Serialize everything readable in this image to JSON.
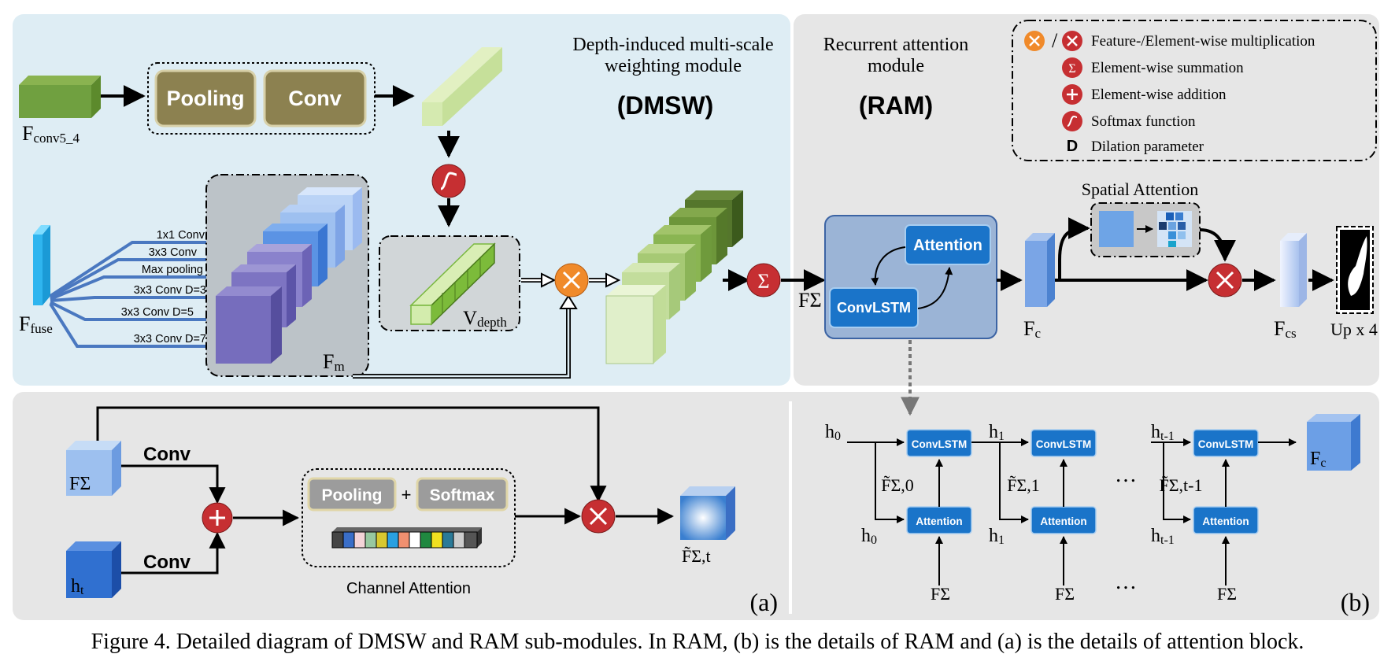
{
  "caption": "Figure 4. Detailed diagram of DMSW and RAM sub-modules. In RAM, (b) is the details of RAM and (a) is the details of attention block.",
  "dmsw": {
    "title_line1": "Depth-induced multi-scale",
    "title_line2": "weighting module",
    "abbr": "(DMSW)",
    "input_depth_main": "F",
    "input_depth_sub": "conv5_4",
    "pooling": "Pooling",
    "conv": "Conv",
    "input_fuse_main": "F",
    "input_fuse_sub": "fuse",
    "branches": [
      "1x1 Conv",
      "3x3 Conv",
      "Max pooling",
      "3x3 Conv D=3",
      "3x3 Conv D=5",
      "3x3 Conv D=7"
    ],
    "fm_main": "F",
    "fm_sub": "m",
    "vdepth_main": "V",
    "vdepth_sub": "depth",
    "fsigma": "FΣ"
  },
  "ram": {
    "title_line1": "Recurrent attention",
    "title_line2": "module",
    "abbr": "(RAM)",
    "attention": "Attention",
    "convlstm": "ConvLSTM",
    "fc_main": "F",
    "fc_sub": "c",
    "spatial_attention": "Spatial Attention",
    "fcs_main": "F",
    "fcs_sub": "cs",
    "upx4": "Up x 4"
  },
  "legend": {
    "mult": "Feature-/Element-wise multiplication",
    "sum": "Element-wise summation",
    "add": "Element-wise addition",
    "softmax": "Softmax function",
    "dilation_key": "D",
    "dilation": "Dilation parameter",
    "slash": "/"
  },
  "panel_a": {
    "fsigma": "FΣ",
    "ht_main": "h",
    "ht_sub": "t",
    "conv_top": "Conv",
    "conv_bottom": "Conv",
    "pooling": "Pooling",
    "plus": "+",
    "softmax": "Softmax",
    "channel_attention": "Channel Attention",
    "output": "F̃Σ,t",
    "label": "(a)"
  },
  "panel_b": {
    "steps": [
      {
        "h_in": "h0",
        "h_sub_in": "0",
        "f_tilde": "F̃Σ,0"
      },
      {
        "h_in": "h1",
        "h_sub_in": "1",
        "f_tilde": "F̃Σ,1"
      },
      {
        "h_in": "ht-1",
        "h_sub_in": "t-1",
        "f_tilde": "F̃Σ,t-1"
      }
    ],
    "convlstm": "ConvLSTM",
    "attention": "Attention",
    "fsigma": "FΣ",
    "dots": "…",
    "fc_main": "F",
    "fc_sub": "c",
    "label": "(b)"
  },
  "colors": {
    "dmsw_bg": "#deedf4",
    "ram_bg": "#e6e6e6",
    "olive": "#8c8150",
    "blue_box": "#1a74c9",
    "red": "#c62f32",
    "orange": "#f08a2a"
  }
}
